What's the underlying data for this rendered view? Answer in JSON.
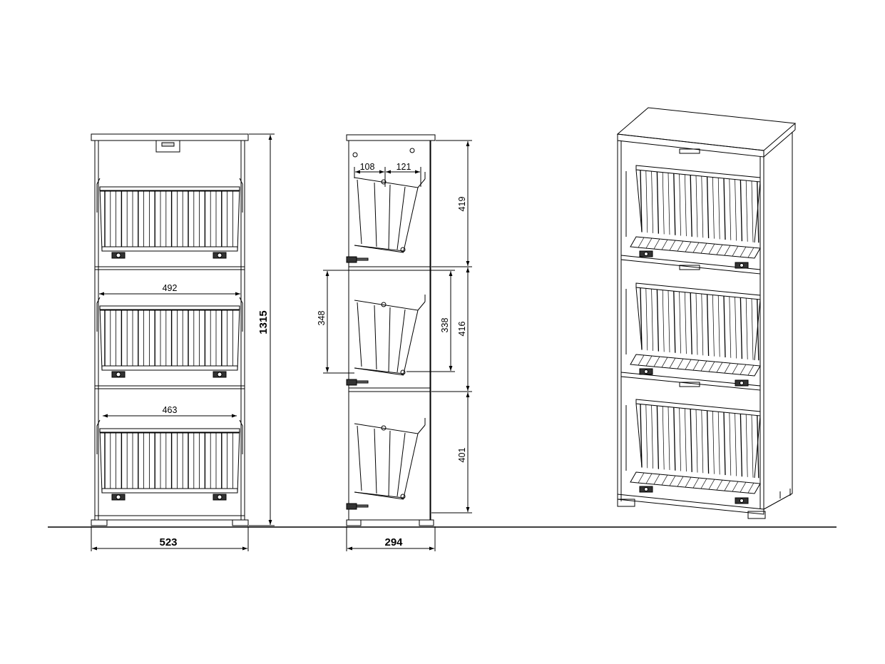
{
  "colors": {
    "line": "#000000",
    "background": "#ffffff",
    "hardware": "#333333"
  },
  "front_view": {
    "overall_width": "523",
    "overall_height": "1315",
    "basket_inner_width": "492",
    "basket_width": "463"
  },
  "side_view": {
    "overall_depth": "294",
    "basket_offset_top": "108",
    "basket_offset_depth": "121",
    "compartment_top_height": "419",
    "compartment_middle_height": "416",
    "compartment_bottom_height": "401",
    "basket_height_outer": "348",
    "basket_height_inner": "338"
  }
}
